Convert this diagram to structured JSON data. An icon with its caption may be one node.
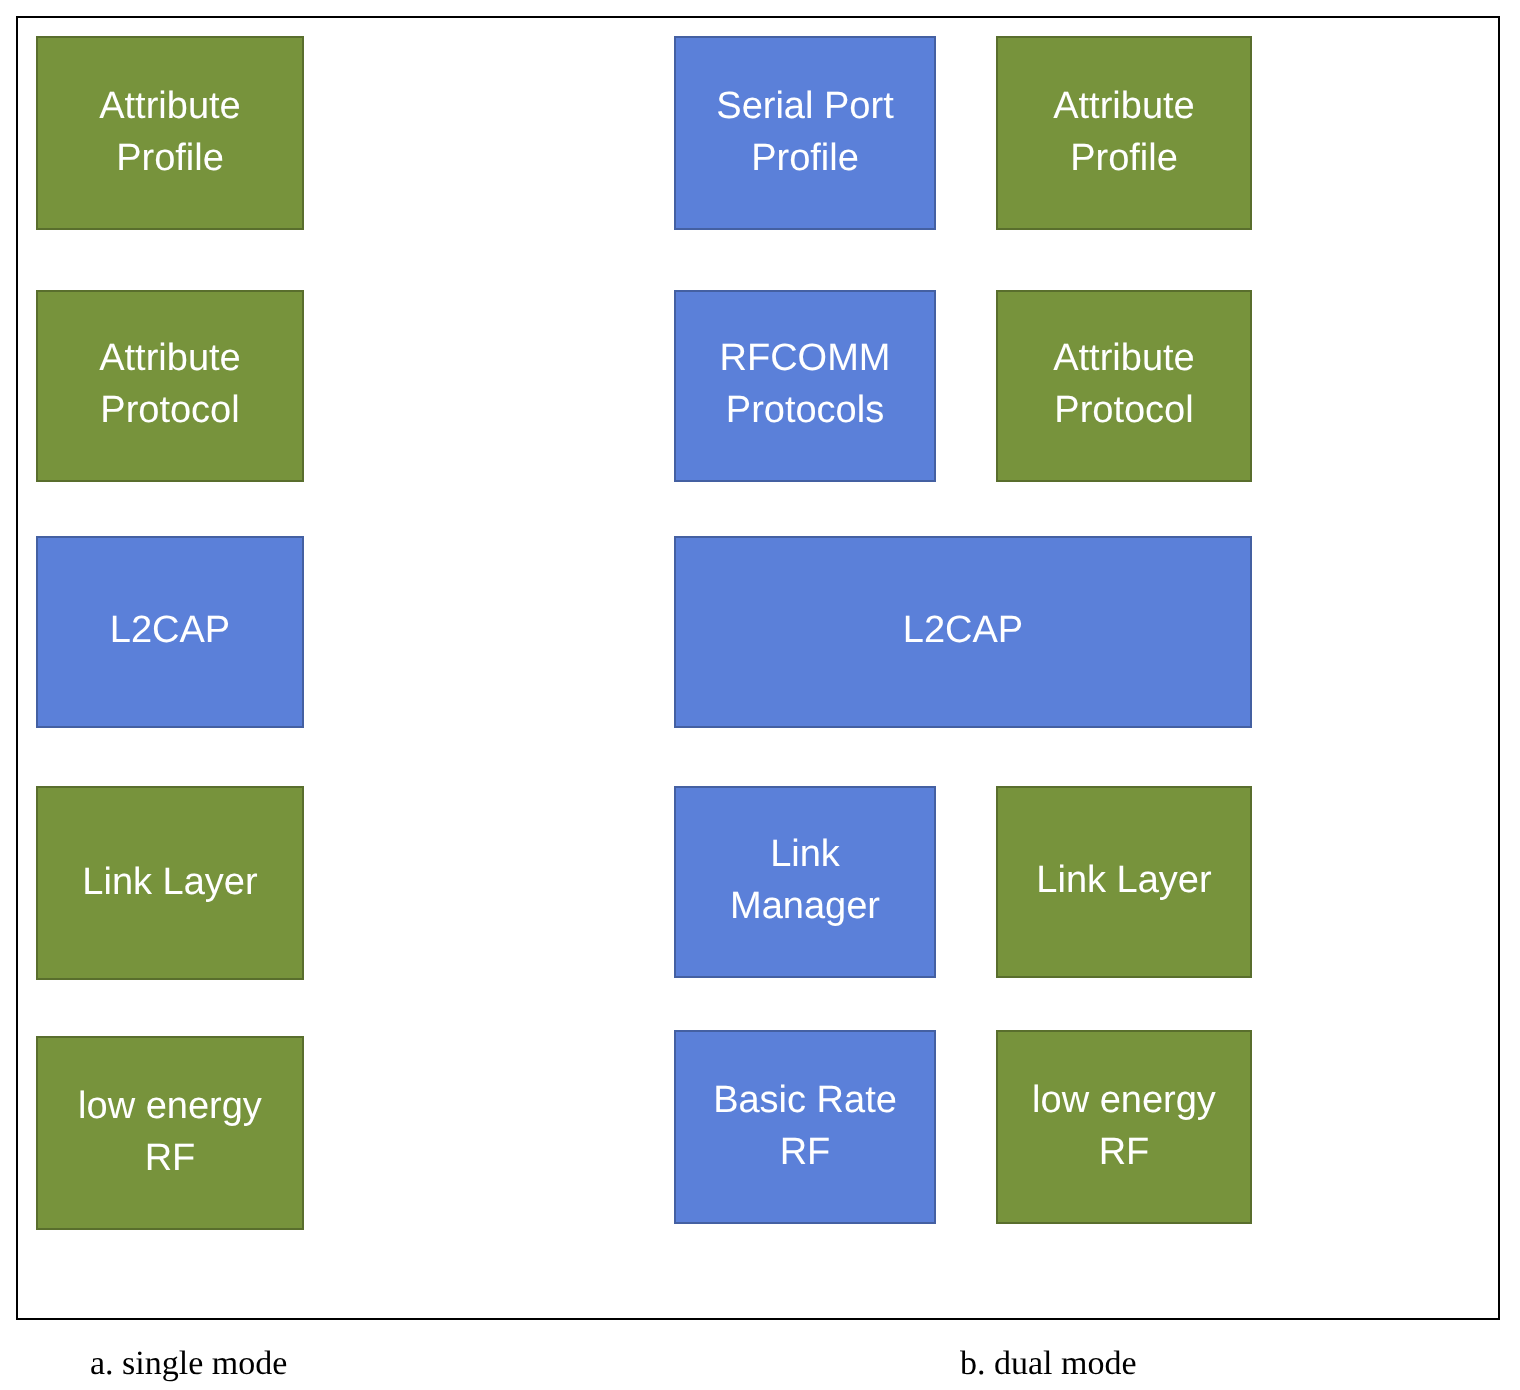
{
  "diagram": {
    "nodes": [
      {
        "text": [
          "Attribute Profile"
        ]
      },
      {
        "text": [
          "Serial Port Profile"
        ]
      },
      {
        "text": [
          "Attribute Profile"
        ]
      },
      {
        "text": [
          "Attribute Protocol"
        ]
      },
      {
        "text": [
          "RFCOMM Protocols"
        ]
      },
      {
        "text": [
          "Attribute Protocol"
        ]
      },
      {
        "text": [
          "L2CAP"
        ]
      },
      {
        "text": [
          "L2CAP"
        ]
      },
      {
        "text": [
          "Link Layer"
        ]
      },
      {
        "text": [
          "Link Manager"
        ]
      },
      {
        "text": [
          "Link Layer"
        ]
      },
      {
        "text": [
          "low energy RF"
        ]
      },
      {
        "text": [
          "Basic Rate RF"
        ]
      },
      {
        "text": [
          "low energy RF"
        ]
      }
    ],
    "labels": [
      "a. single mode",
      "b. dual mode"
    ]
  }
}
